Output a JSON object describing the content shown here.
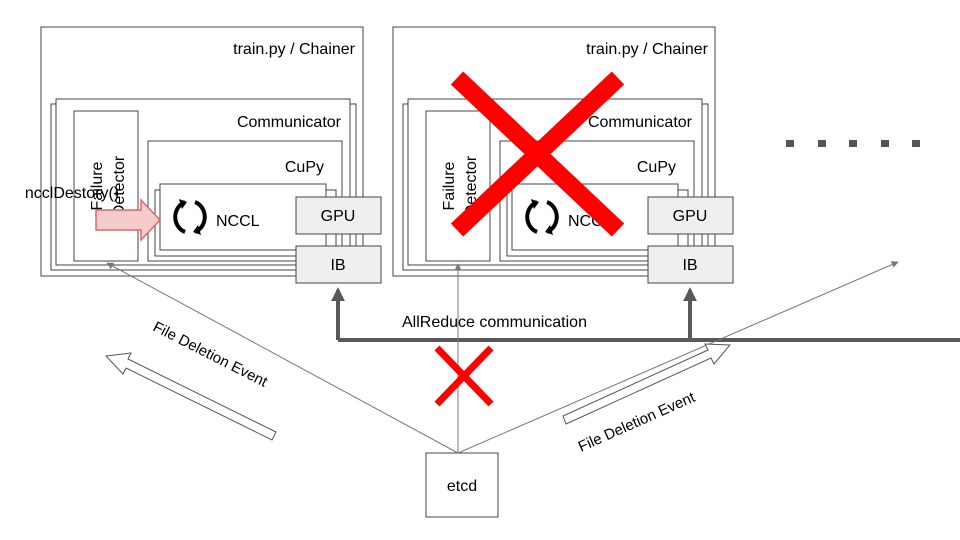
{
  "node1": {
    "app_label": "train.py / Chainer",
    "communicator_label": "Communicator",
    "failure_detector_label_line1": "Failure",
    "failure_detector_label_line2": "Detector",
    "cupy_label": "CuPy",
    "nccl_label": "NCCL",
    "gpu_label": "GPU",
    "ib_label": "IB",
    "call_label": "ncclDestory()"
  },
  "node2": {
    "app_label": "train.py / Chainer",
    "communicator_label": "Communicator",
    "failure_detector_label_line1": "Failure",
    "failure_detector_label_line2": "Detector",
    "cupy_label": "CuPy",
    "nccl_label": "NCCL",
    "gpu_label": "GPU",
    "ib_label": "IB"
  },
  "allreduce_label": "AllReduce communication",
  "etcd_label": "etcd",
  "event_left_label": "File Deletion Event",
  "event_right_label": "File Deletion Event",
  "colors": {
    "failure_cross": "#ff0000",
    "call_arrow_fill": "#f4cccc",
    "call_arrow_stroke": "#e06666",
    "hw_box_fill": "#efefef",
    "bus_line": "#595959"
  }
}
